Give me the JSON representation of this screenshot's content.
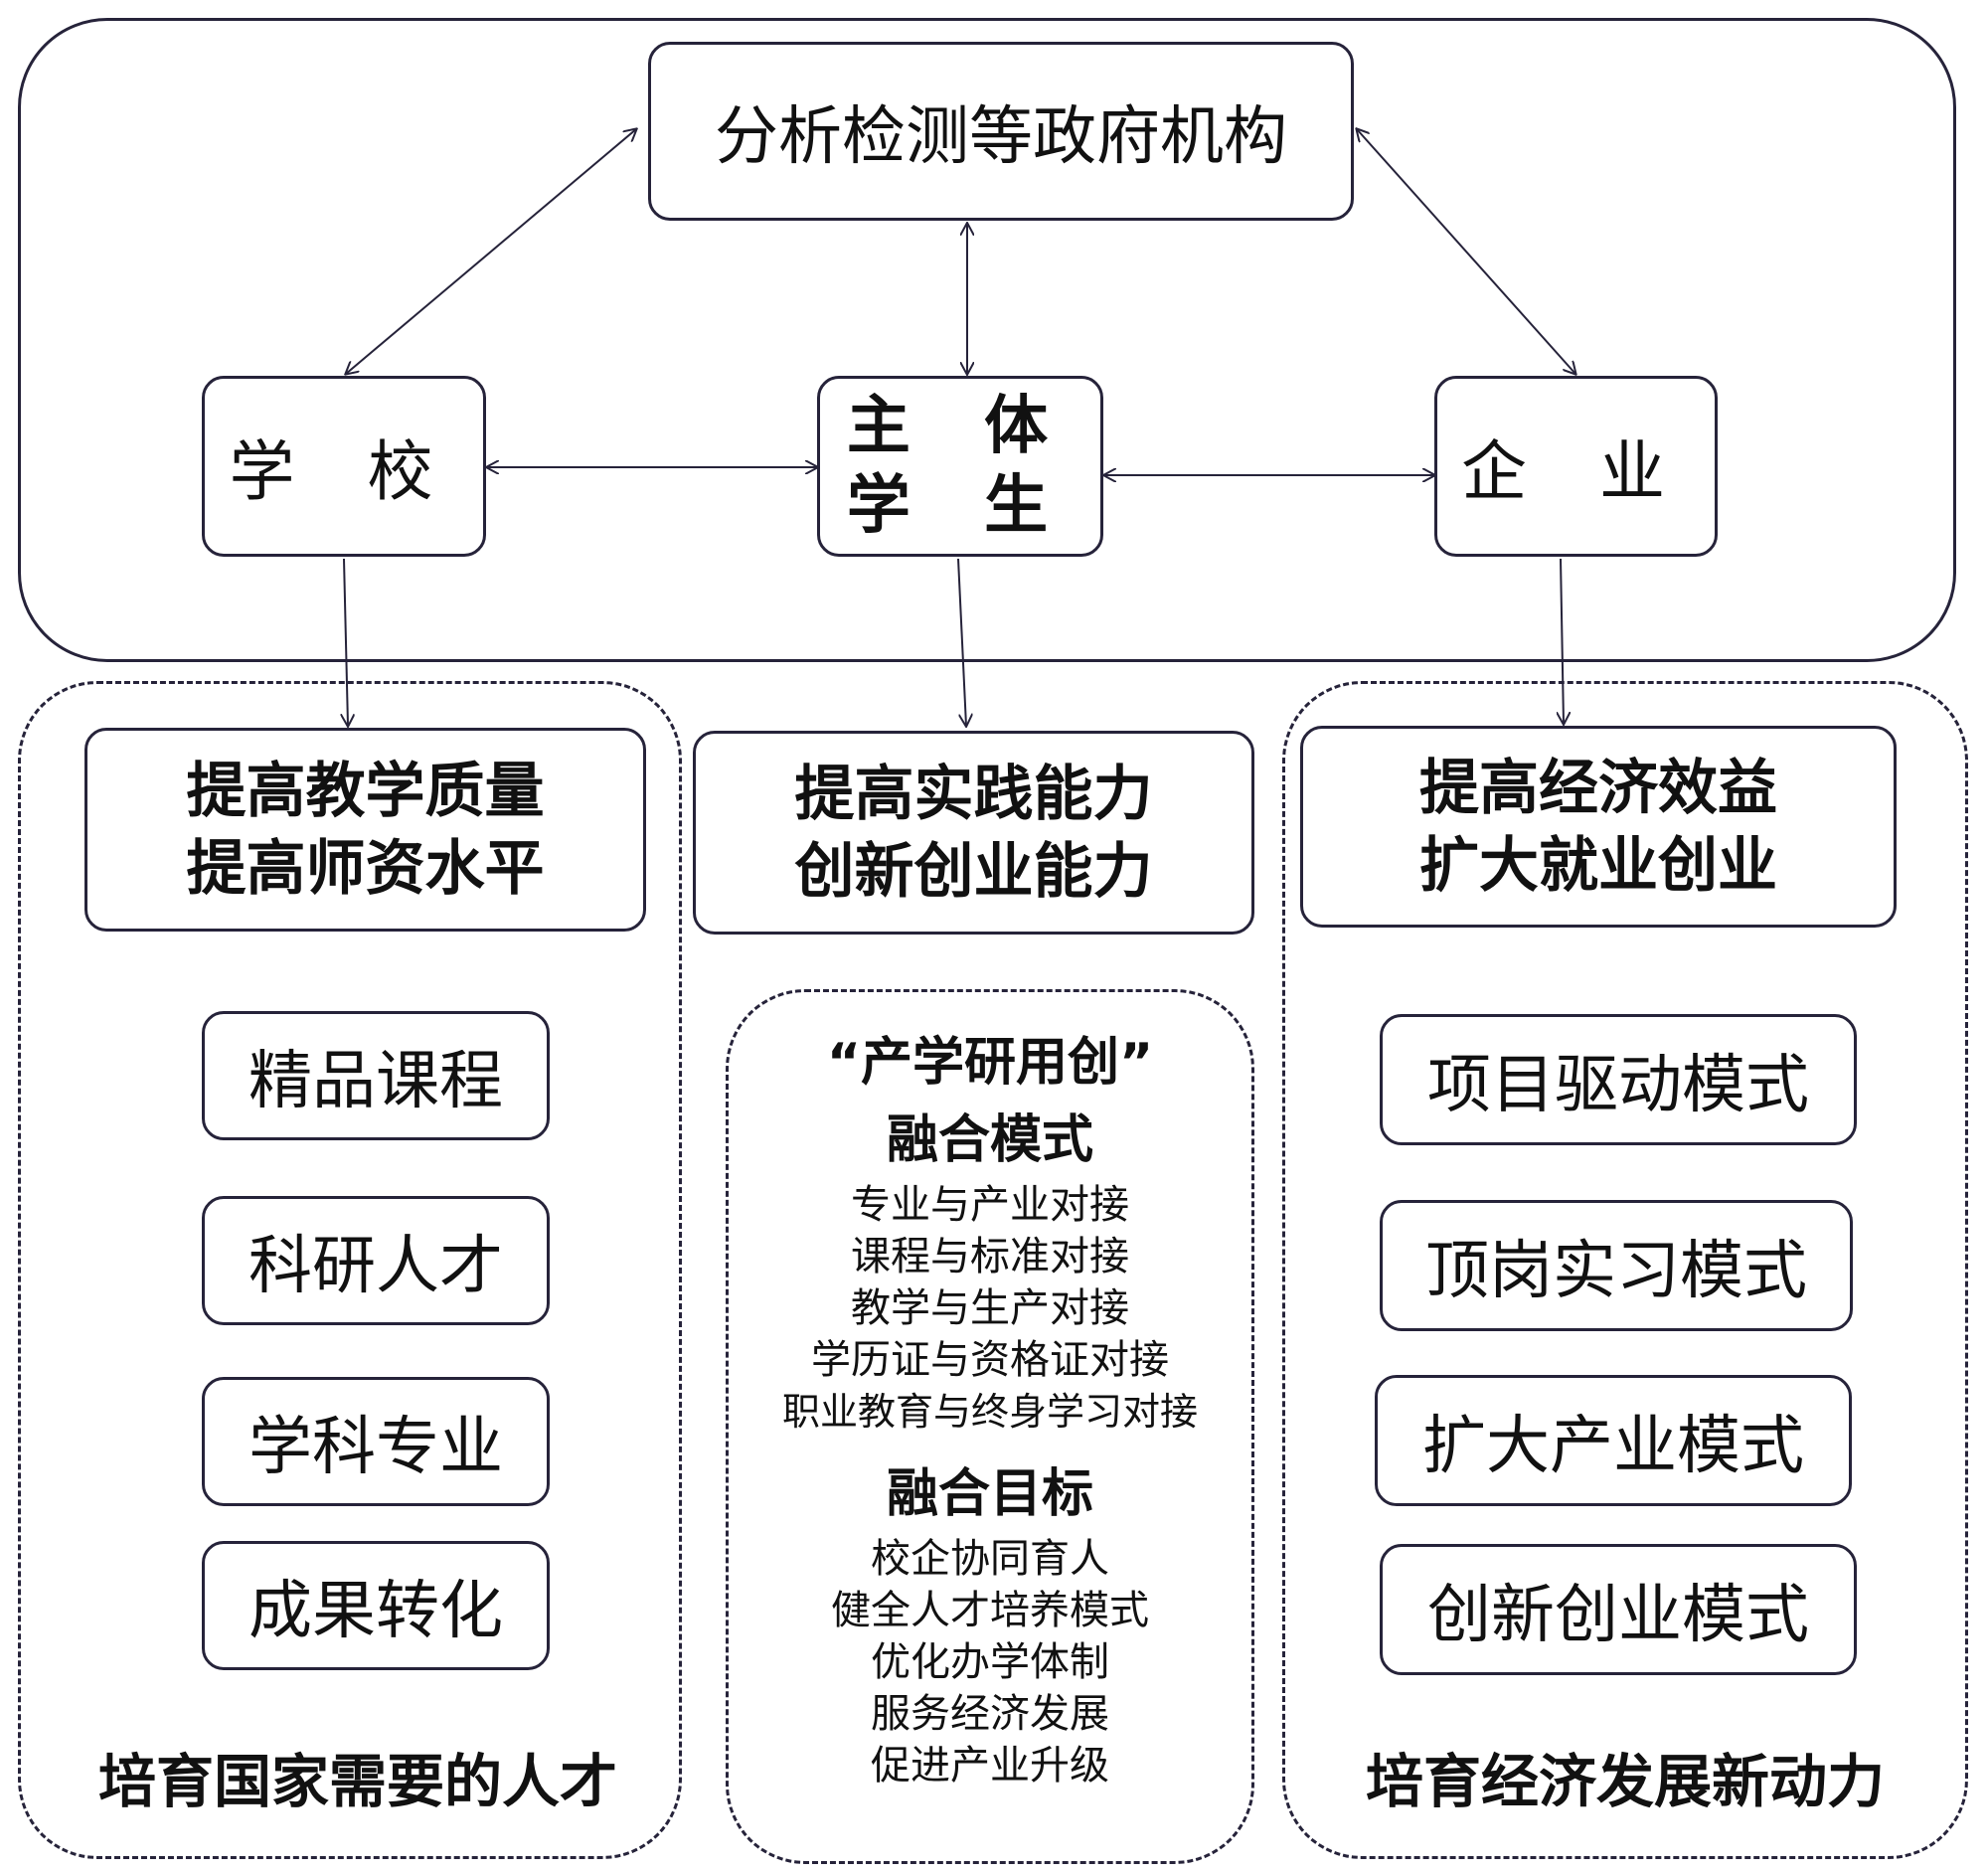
{
  "top": {
    "agency": "分析检测等政府机构"
  },
  "nodes": {
    "school": "学 校",
    "subject_line1": "主 体",
    "subject_line2": "学 生",
    "enterprise": "企 业"
  },
  "goals": {
    "school": [
      "提高教学质量",
      "提高师资水平"
    ],
    "student": [
      "提高实践能力",
      "创新创业能力"
    ],
    "enterprise": [
      "提高经济效益",
      "扩大就业创业"
    ]
  },
  "school_items": [
    "精品课程",
    "科研人才",
    "学科专业",
    "成果转化"
  ],
  "enterprise_items": [
    "项目驱动模式",
    "顶岗实习模式",
    "扩大产业模式",
    "创新创业模式"
  ],
  "middle": {
    "mode_title_1": "“产学研用创”",
    "mode_title_2": "融合模式",
    "mode_lines": [
      "专业与产业对接",
      "课程与标准对接",
      "教学与生产对接",
      "学历证与资格证对接",
      "职业教育与终身学习对接"
    ],
    "goal_title": "融合目标",
    "goal_lines": [
      "校企协同育人",
      "健全人才培养模式",
      "优化办学体制",
      "服务经济发展",
      "促进产业升级"
    ]
  },
  "footers": {
    "left": "培育国家需要的人才",
    "right": "培育经济发展新动力"
  }
}
